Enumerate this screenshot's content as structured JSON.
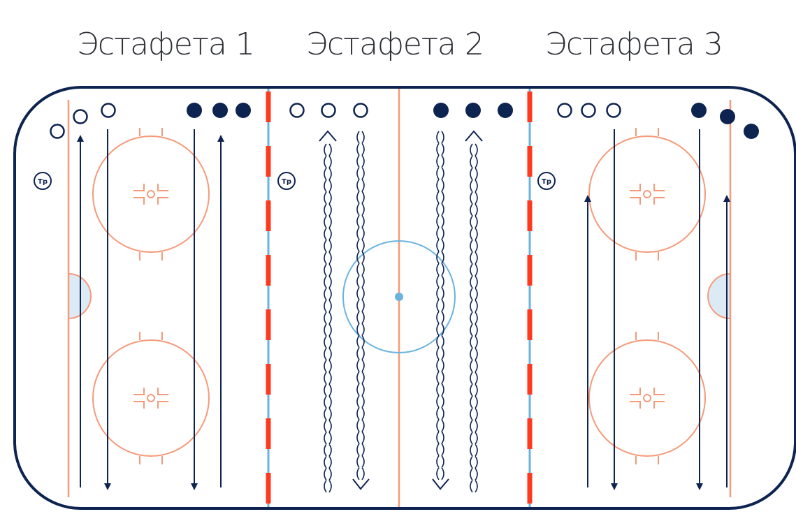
{
  "titles": [
    "Эстафета 1",
    "Эстафета 2",
    "Эстафета 3"
  ],
  "coach_label": "Тр",
  "colors": {
    "navy": "#0d2350",
    "red_line": "#ff3a1f",
    "blue_line": "#6ab3e0",
    "salmon": "#f59a7a",
    "crease_fill": "#dceaf5"
  }
}
